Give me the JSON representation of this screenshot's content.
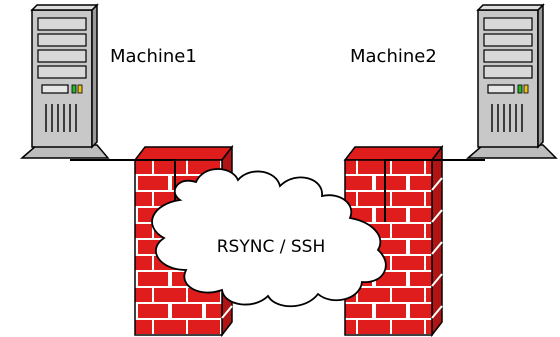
{
  "machines": [
    {
      "name": "Machine1"
    },
    {
      "name": "Machine2"
    }
  ],
  "link": {
    "label": "RSYNC / SSH"
  },
  "icons": {
    "server": "server-tower-icon",
    "firewall": "firewall-brick-wall-icon",
    "network": "network-cloud-icon"
  },
  "colors": {
    "server_body": "#c8c8c8",
    "server_outline": "#000000",
    "brick": "#e01d1d",
    "mortar": "#ffffff",
    "cloud_fill": "#ffffff",
    "line": "#000000",
    "led_green": "#2bb32b",
    "led_yellow": "#e8c41a"
  }
}
